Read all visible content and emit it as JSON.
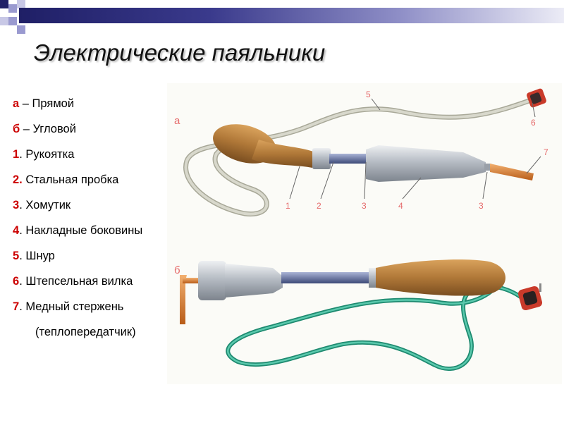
{
  "slide": {
    "title": "Электрические паяльники",
    "legend": [
      {
        "key": "а",
        "sep": " – ",
        "text": "Прямой"
      },
      {
        "key": "б",
        "sep": " – ",
        "text": "Угловой"
      },
      {
        "key": "1",
        "sep": ". ",
        "text": "Рукоятка"
      },
      {
        "key": "2.",
        "sep": " ",
        "text": "Стальная пробка"
      },
      {
        "key": "3",
        "sep": ". ",
        "text": "Хомутик"
      },
      {
        "key": "4",
        "sep": ". ",
        "text": "Накладные боковины"
      },
      {
        "key": "5",
        "sep": ". ",
        "text": "Шнур"
      },
      {
        "key": "6",
        "sep": ". ",
        "text": "Штепсельная вилка"
      },
      {
        "key": "7",
        "sep": ". ",
        "text": "Медный стержень"
      }
    ],
    "legend_continuation": "(теплопередатчик)"
  },
  "figure": {
    "label_a": "а",
    "label_b": "б",
    "callouts": [
      "1",
      "2",
      "3",
      "4",
      "3",
      "5",
      "6",
      "7"
    ]
  },
  "colors": {
    "key_red": "#cc0000",
    "title_shadow": "#bdbdbd",
    "bar_dark": "#1f1f66",
    "wood": "#b07838",
    "copper": "#d07a2a",
    "cord_grey": "#c8c8b8",
    "cord_green": "#2aa58a"
  }
}
